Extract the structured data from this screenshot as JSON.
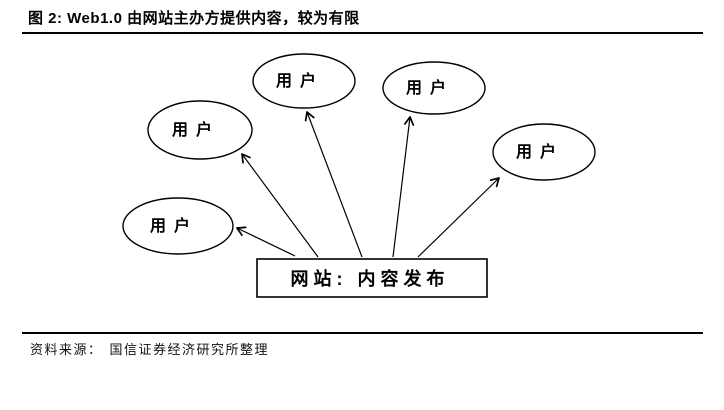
{
  "figure": {
    "title": "图 2: Web1.0 由网站主办方提供内容，较为有限",
    "source_label": "资料来源：",
    "source_text": "国信证券经济研究所整理"
  },
  "diagram": {
    "center_box_label": "网站: 内容发布",
    "nodes": [
      {
        "label": "用户",
        "position": "bottom-left"
      },
      {
        "label": "用户",
        "position": "mid-left"
      },
      {
        "label": "用户",
        "position": "top-middle-left"
      },
      {
        "label": "用户",
        "position": "top-middle-right"
      },
      {
        "label": "用户",
        "position": "right"
      }
    ],
    "arrow_flow": "网站: 内容发布 → 用户"
  },
  "colors": {
    "background": "#ffffff",
    "line": "#000000",
    "text": "#000000"
  }
}
